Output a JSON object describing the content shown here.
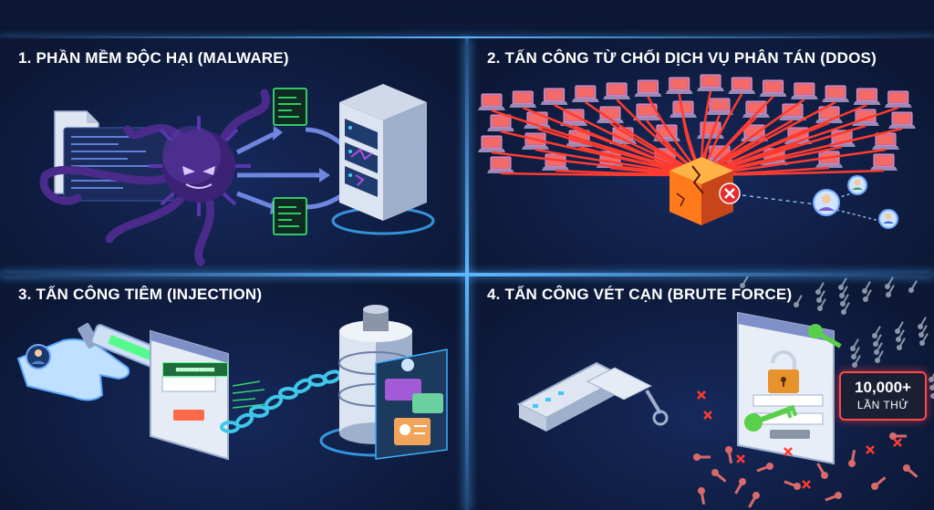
{
  "panels": [
    {
      "title": "1. PHẦN MỀM ĐỘC HẠI (MALWARE)"
    },
    {
      "title": "2. TẤN CÔNG TỪ CHỐI DỊCH VỤ PHÂN TÁN (DDOS)"
    },
    {
      "title": "3. TẤN CÔNG TIÊM (INJECTION)"
    },
    {
      "title": "4. TẤN CÔNG VÉT CẠN (BRUTE FORCE)",
      "badge_count": "10,000+",
      "badge_label": "LẦN THỬ"
    }
  ],
  "colors": {
    "background": "#0b1733",
    "divider": "#5fb8ff",
    "malware_purple": "#6a3fc7",
    "ddos_red": "#ff3b30",
    "server_orange": "#ff8a1a",
    "injection_green": "#3dff7a",
    "chain_cyan": "#3fc7e8",
    "key_green": "#5ad04a",
    "key_red": "#d96a6a",
    "key_gray": "#8a96a8",
    "lock_orange": "#e8922b"
  },
  "icons": [
    "file-icon",
    "virus-icon",
    "code-window-icon",
    "server-rack-icon",
    "laptop-icon",
    "broken-server-icon",
    "error-x-icon",
    "user-avatar-icon",
    "syringe-icon",
    "hand-icon",
    "browser-window-icon",
    "chain-icon",
    "database-icon",
    "id-card-icon",
    "key-icon",
    "padlock-icon",
    "login-window-icon",
    "usb-key-icon"
  ]
}
